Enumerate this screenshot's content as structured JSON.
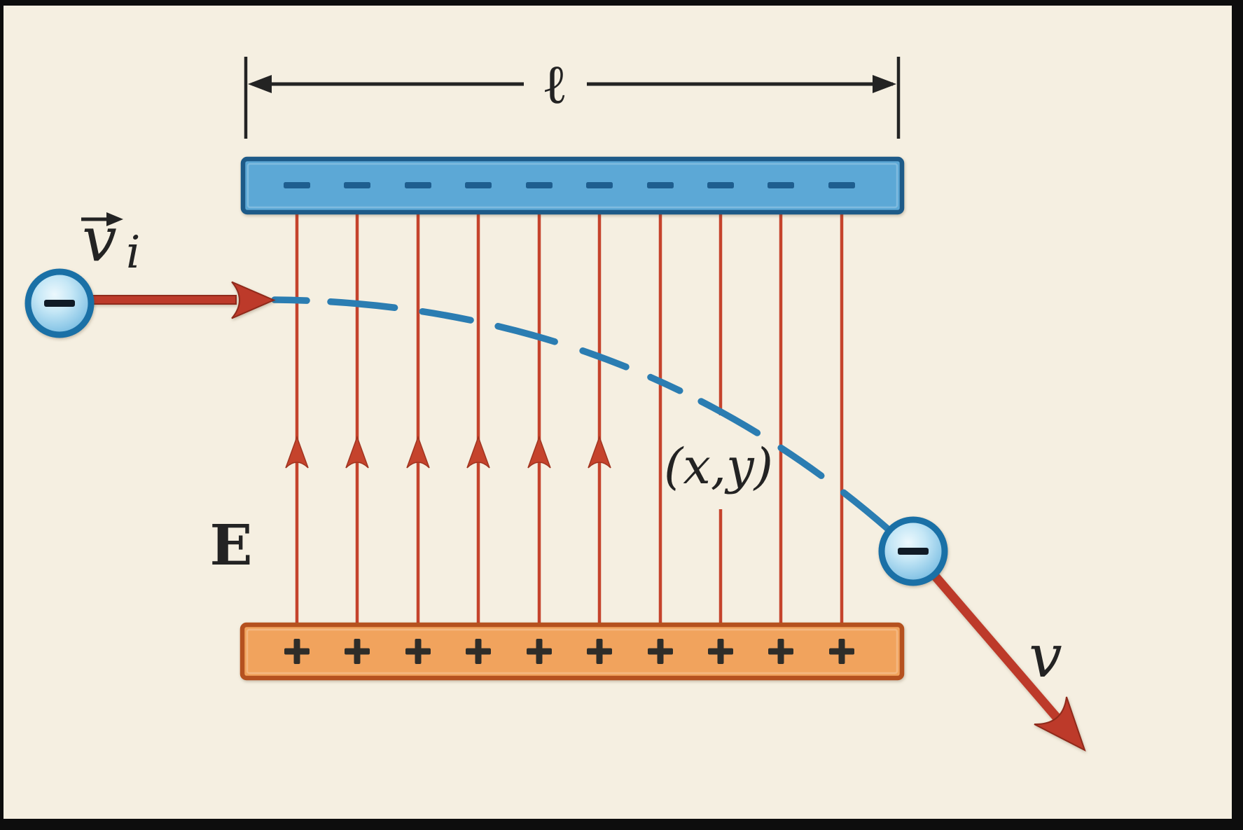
{
  "background_color": "#f5efe1",
  "frame_color": "#0d0d0d",
  "ink_color": "#232323",
  "labels": {
    "plate_length": "ℓ",
    "initial_velocity": "v",
    "initial_velocity_subscript": "i",
    "electric_field": "E",
    "coordinates_point": "(x,y)",
    "final_velocity": "v"
  },
  "top_plate": {
    "charge_symbol": "−",
    "charge_count": 10,
    "fill_color": "#5ca8d6",
    "border_color": "#1d5a88",
    "charge_color": "#1e5e8f"
  },
  "bottom_plate": {
    "charge_symbol": "+",
    "charge_count": 10,
    "fill_color": "#f1a35d",
    "border_color": "#b5511f",
    "charge_color": "#2e2d29"
  },
  "field_lines": {
    "count": 10,
    "arrowed_count": 6,
    "color": "#c5432c"
  },
  "trajectory": {
    "color": "#2b7db2",
    "line_style": "dashed"
  },
  "electrons": {
    "count": 2,
    "symbol": "−",
    "fill_color": "#9fd4ee",
    "ring_color": "#1a70a6"
  },
  "velocity_arrows": {
    "count": 2,
    "color": "#bd3a2a"
  }
}
